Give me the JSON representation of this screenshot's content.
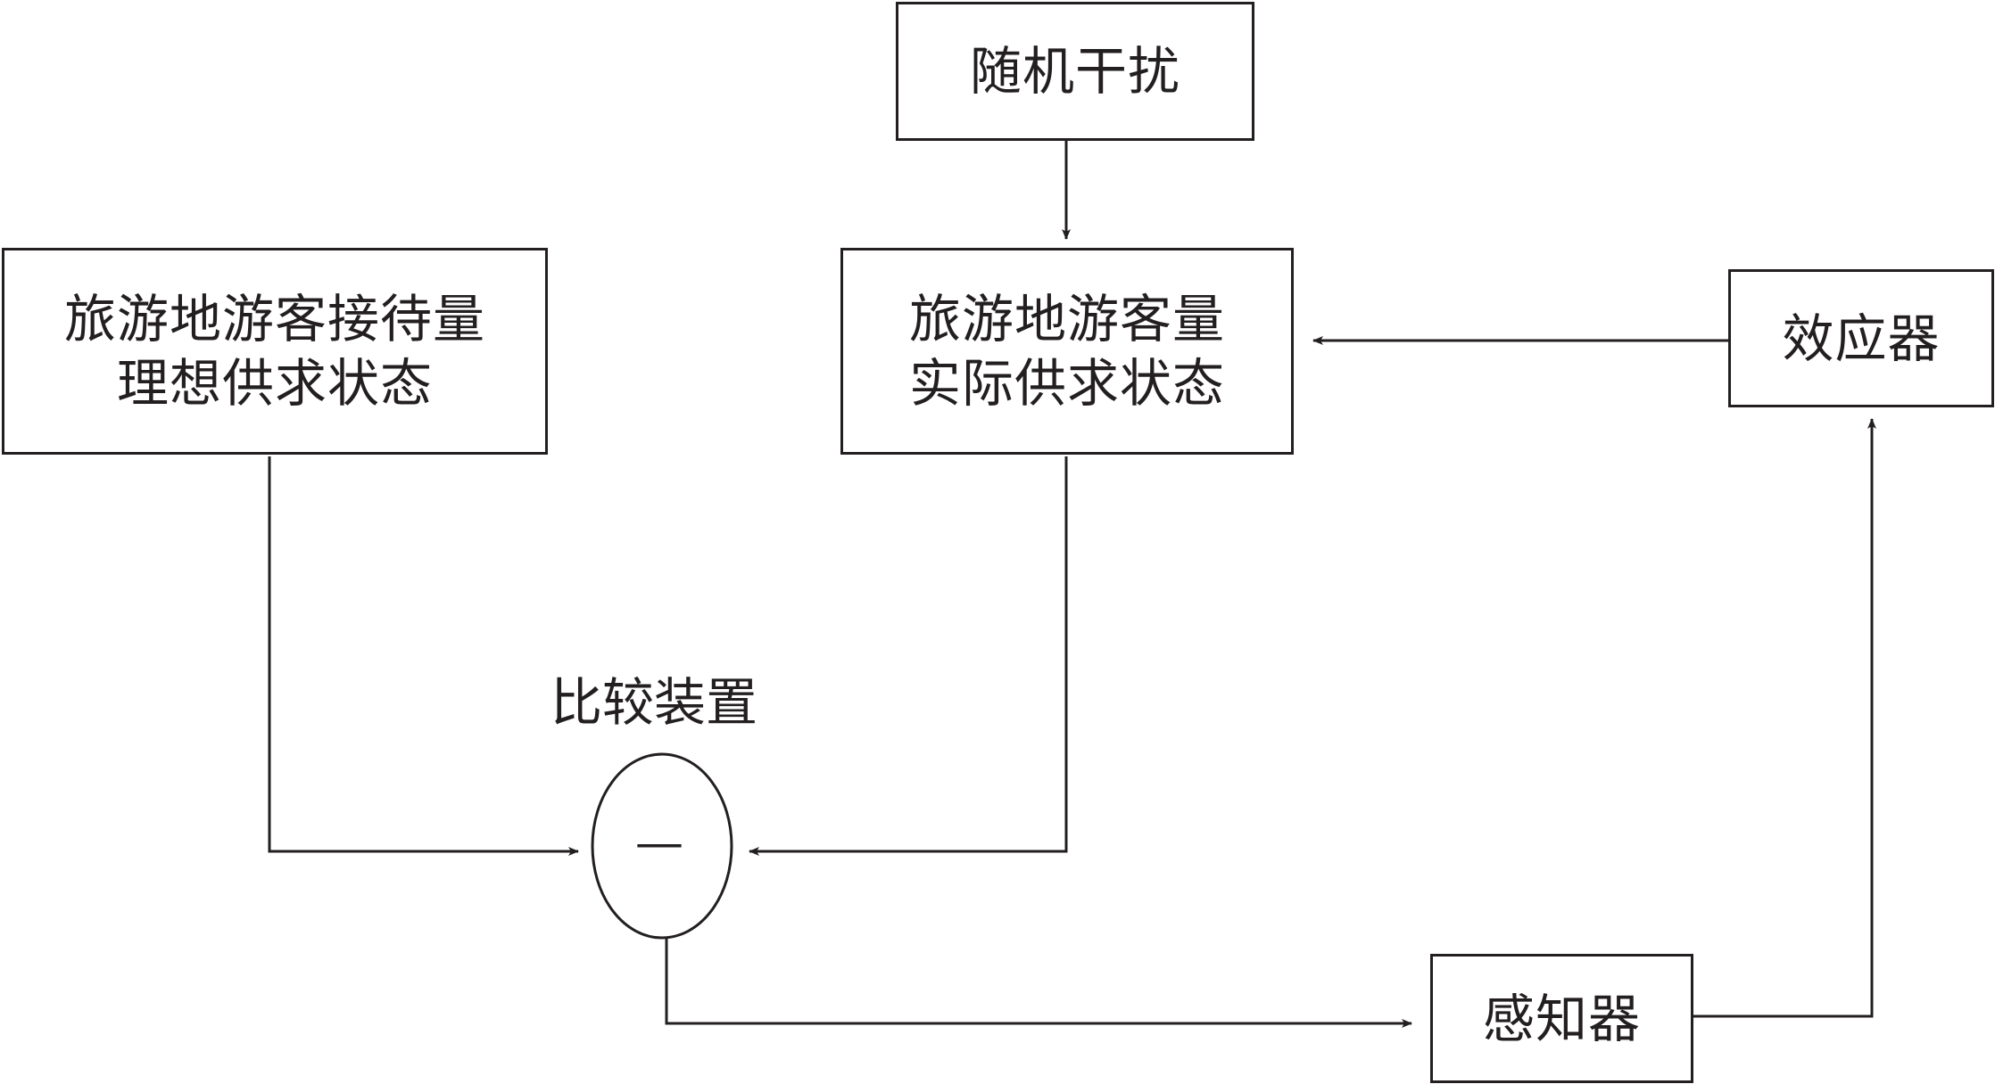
{
  "nodes": {
    "disturbance": {
      "label": "随机干扰"
    },
    "ideal_state": {
      "line1": "旅游地游客接待量",
      "line2": "理想供求状态"
    },
    "actual_state": {
      "line1": "旅游地游客量",
      "line2": "实际供求状态"
    },
    "effector": {
      "label": "效应器"
    },
    "comparator": {
      "label": "比较装置",
      "symbol": "—"
    },
    "sensor": {
      "label": "感知器"
    }
  },
  "colors": {
    "stroke": "#231f20",
    "background": "#ffffff"
  }
}
